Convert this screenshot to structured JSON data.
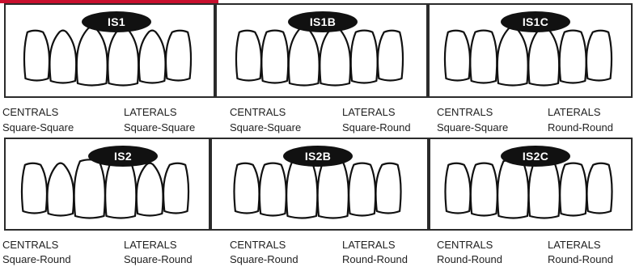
{
  "panels": [
    {
      "code": "IS1",
      "centrals_heading": "CENTRALS",
      "centrals_shape": "Square-Square",
      "laterals_heading": "LATERALS",
      "laterals_shape": "Square-Square"
    },
    {
      "code": "IS1B",
      "centrals_heading": "CENTRALS",
      "centrals_shape": "Square-Square",
      "laterals_heading": "LATERALS",
      "laterals_shape": "Square-Round"
    },
    {
      "code": "IS1C",
      "centrals_heading": "CENTRALS",
      "centrals_shape": "Square-Square",
      "laterals_heading": "LATERALS",
      "laterals_shape": "Round-Round"
    },
    {
      "code": "IS2",
      "centrals_heading": "CENTRALS",
      "centrals_shape": "Square-Round",
      "laterals_heading": "LATERALS",
      "laterals_shape": "Square-Round"
    },
    {
      "code": "IS2B",
      "centrals_heading": "CENTRALS",
      "centrals_shape": "Square-Round",
      "laterals_heading": "LATERALS",
      "laterals_shape": "Round-Round"
    },
    {
      "code": "IS2C",
      "centrals_heading": "CENTRALS",
      "centrals_shape": "Round-Round",
      "laterals_heading": "LATERALS",
      "laterals_shape": "Round-Round"
    }
  ]
}
